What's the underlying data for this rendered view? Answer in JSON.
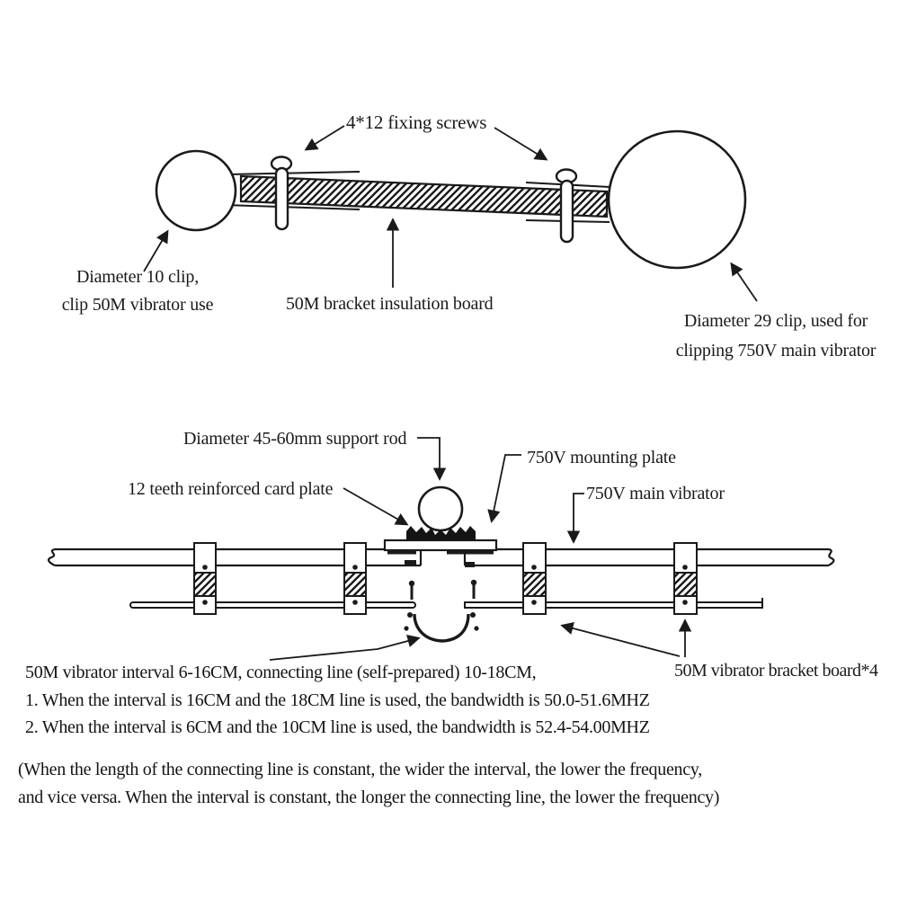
{
  "diagram": {
    "background_color": "#ffffff",
    "ink_color": "#1a1a1a",
    "top_assembly": {
      "fixing_screws_label": "4*12 fixing screws",
      "left_clip_label_line1": "Diameter 10 clip,",
      "left_clip_label_line2": "clip 50M vibrator use",
      "insulation_board_label": "50M bracket insulation board",
      "right_clip_label_line1": "Diameter 29 clip, used for",
      "right_clip_label_line2": "clipping 750V main vibrator"
    },
    "bottom_assembly": {
      "support_rod_label": "Diameter 45-60mm support rod",
      "card_plate_label": "12 teeth reinforced card plate",
      "mounting_plate_label": "750V mounting plate",
      "main_vibrator_label": "750V main vibrator",
      "bracket_board_label": "50M vibrator bracket board*4"
    },
    "notes": {
      "line1": "50M vibrator interval 6-16CM, connecting line (self-prepared) 10-18CM,",
      "line2": "1. When the interval is 16CM and the 18CM line is used, the bandwidth is 50.0-51.6MHZ",
      "line3": "2. When the interval is 6CM and the 10CM line is used, the bandwidth is 52.4-54.00MHZ",
      "paren1": "(When the length of the connecting line is constant, the wider the interval, the lower the frequency,",
      "paren2": "and vice versa. When the interval is constant, the longer the connecting line, the lower the frequency)"
    }
  }
}
